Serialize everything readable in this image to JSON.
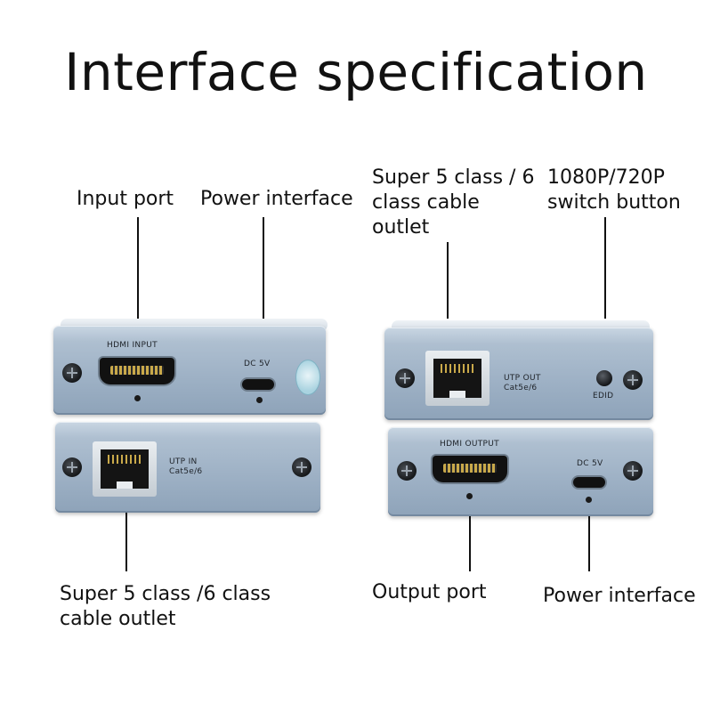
{
  "title": "Interface specification",
  "left_unit": {
    "top_panel": {
      "port_label": "HDMI INPUT",
      "power_label": "DC 5V"
    },
    "bottom_panel": {
      "utp_label": "UTP IN\nCat5e/6"
    }
  },
  "right_unit": {
    "top_panel": {
      "utp_label": "UTP OUT\nCat5e/6",
      "button_label": "EDID"
    },
    "bottom_panel": {
      "port_label": "HDMI OUTPUT",
      "power_label": "DC 5V"
    }
  },
  "callouts": {
    "input_port": "Input port",
    "power_interface_left": "Power interface",
    "cable_outlet_left": "Super 5 class /6 class\ncable outlet",
    "cable_outlet_right": "Super 5 class / 6\nclass cable\noutlet",
    "switch_button": "1080P/720P\nswitch button",
    "output_port": "Output port",
    "power_interface_right": "Power interface"
  },
  "colors": {
    "device_body": "#9fb2c6",
    "text": "#111111"
  }
}
